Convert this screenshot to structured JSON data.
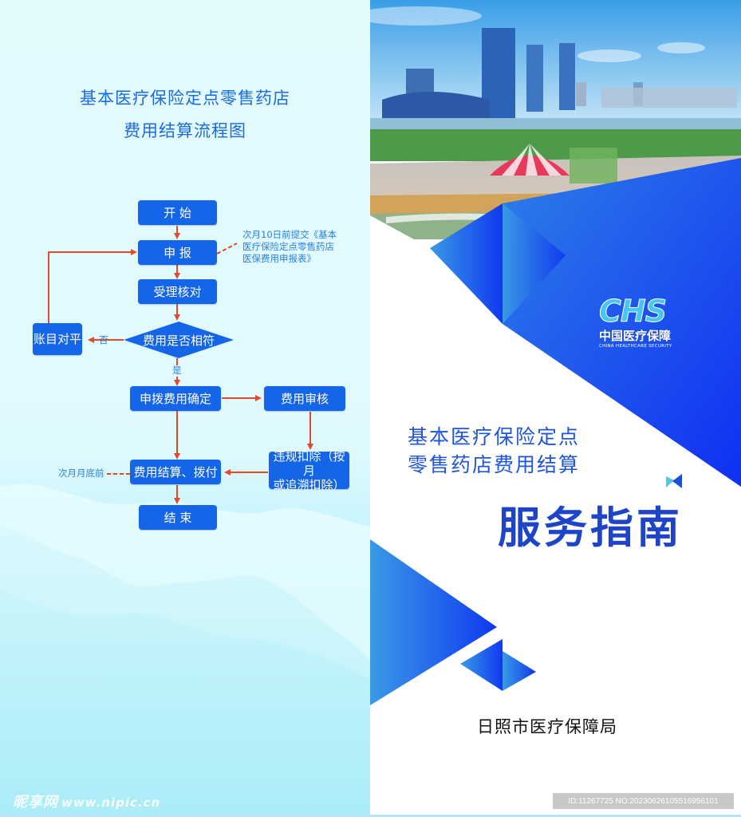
{
  "left_panel": {
    "title_line1": "基本医疗保险定点零售药店",
    "title_line2": "费用结算流程图",
    "flowchart": {
      "nodes": {
        "start": "开 始",
        "declare": "申 报",
        "accept_check": "受理核对",
        "decision": "费用是否相符",
        "reconcile": "账目对平",
        "allocate_confirm": "申拨费用确定",
        "fee_review": "费用审核",
        "violation_deduct": "违规扣除（按月或追溯扣除）",
        "violation_deduct_l1": "违规扣除（按月",
        "violation_deduct_l2": "或追溯扣除）",
        "settle_pay": "费用结算、拨付",
        "end": "结 束"
      },
      "branch_labels": {
        "no": "否",
        "yes": "是"
      },
      "notes": {
        "declare_note_l1": "次月10日前提交《基本",
        "declare_note_l2": "医疗保险定点零售药店",
        "declare_note_l3": "医保费用申报表》",
        "settle_note": "次月月底前"
      },
      "colors": {
        "box": "#1565e8",
        "arrow": "#e04a2a",
        "note_text": "#2d7fe0"
      }
    },
    "watermark": {
      "brand": "昵享网",
      "url": "www.nipic.cn"
    }
  },
  "right_panel": {
    "logo": {
      "mark": "CHS",
      "name_cn": "中国医疗保障",
      "name_en": "CHINA HEALTHCARE SECURITY"
    },
    "subtitle_line1": "基本医疗保险定点",
    "subtitle_line2": "零售药店费用结算",
    "title": "服务指南",
    "agency": "日照市医疗保障局",
    "watermark_id": "ID:11267725 NO:20230626105516956101",
    "colors": {
      "accent_dark": "#1038f0",
      "accent_light": "#3a9ae6",
      "title": "#1e44c8"
    }
  }
}
